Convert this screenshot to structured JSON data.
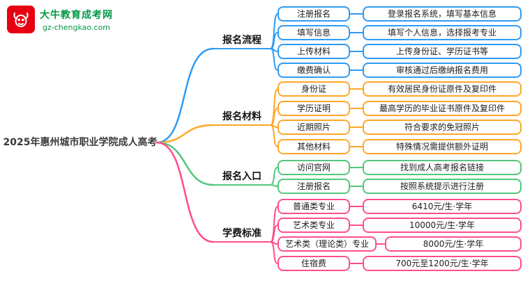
{
  "logo": {
    "site_name": "大牛教育成考网",
    "site_url": "gz-chengkao.com",
    "mark_color": "#e60012",
    "text_color": "#009944"
  },
  "root": {
    "label": "2025年惠州城市职业学院成人高考"
  },
  "branches": [
    {
      "label": "报名流程",
      "color": "#2f9bf4",
      "children": [
        {
          "label": "注册报名",
          "detail": "登录报名系统，填写基本信息"
        },
        {
          "label": "填写信息",
          "detail": "填写个人信息，选择报考专业"
        },
        {
          "label": "上传材料",
          "detail": "上传身份证、学历证书等"
        },
        {
          "label": "缴费确认",
          "detail": "审核通过后缴纳报名费用"
        }
      ]
    },
    {
      "label": "报名材料",
      "color": "#ffa726",
      "children": [
        {
          "label": "身份证",
          "detail": "有效居民身份证原件及复印件"
        },
        {
          "label": "学历证明",
          "detail": "最高学历的毕业证书原件及复印件"
        },
        {
          "label": "近期照片",
          "detail": "符合要求的免冠照片"
        },
        {
          "label": "其他材料",
          "detail": "特殊情况需提供额外证明"
        }
      ]
    },
    {
      "label": "报名入口",
      "color": "#52c77b",
      "children": [
        {
          "label": "访问官网",
          "detail": "找到成人高考报名链接"
        },
        {
          "label": "注册报名",
          "detail": "按照系统提示进行注册"
        }
      ]
    },
    {
      "label": "学费标准",
      "color": "#ff4d8f",
      "children": [
        {
          "label": "普通类专业",
          "detail": "6410元/生·学年"
        },
        {
          "label": "艺术类专业",
          "detail": "10000元/生·学年"
        },
        {
          "label": "艺术类（理论类）专业",
          "detail": "8000元/生·学年"
        },
        {
          "label": "住宿费",
          "detail": "700元至1200元/生·学年"
        }
      ]
    }
  ]
}
